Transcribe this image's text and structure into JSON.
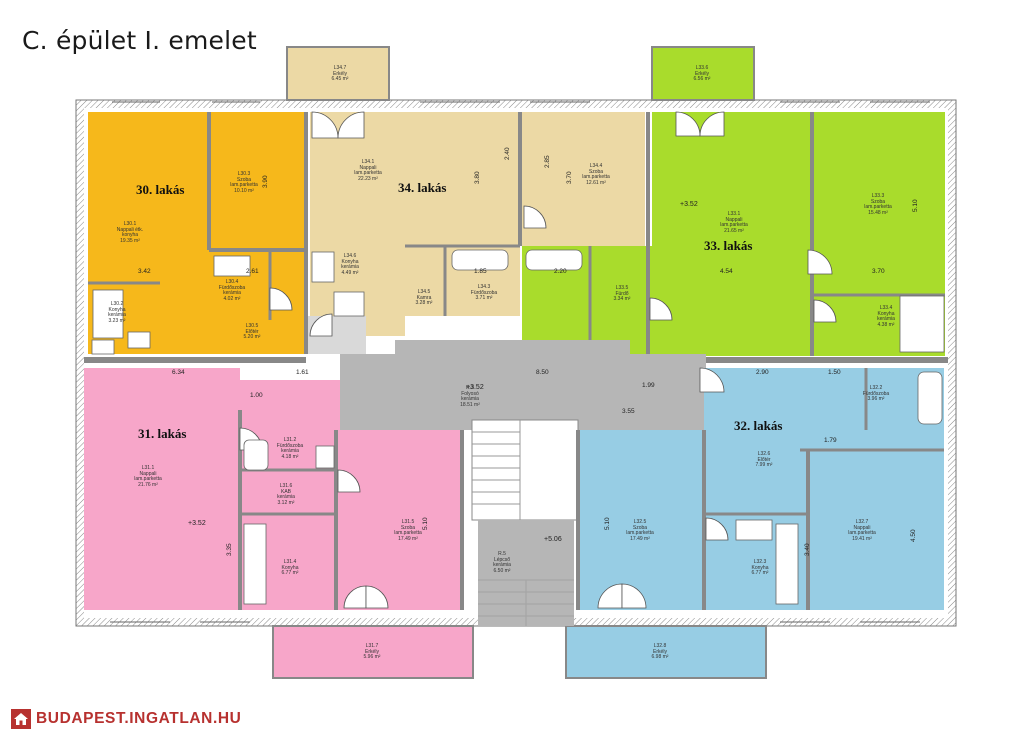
{
  "title": "C. épület I. emelet",
  "colors": {
    "apt30": "#f6b81b",
    "apt31": "#f7a6c9",
    "apt32": "#97cde4",
    "apt33": "#a9dc2c",
    "apt34": "#ecd9a5",
    "common": "#b6b6b6",
    "wall": "#9b9b9b"
  },
  "apartments": {
    "a30": "30. lakás",
    "a31": "31. lakás",
    "a32": "32. lakás",
    "a33": "33. lakás",
    "a34": "34. lakás"
  },
  "elevations": {
    "e1": "+3.52",
    "e2": "+3.52",
    "e3": "+3.52",
    "e4": "+5.06"
  },
  "dimensions": {
    "d342": "3.42",
    "d261": "2.61",
    "d454": "4.54",
    "d370a": "3.70",
    "d634": "6.34",
    "d850": "8.50",
    "d355": "3.55",
    "d220": "2.20",
    "d185": "1.85",
    "d290": "2.90",
    "d150": "1.50",
    "d161": "1.61",
    "d179": "1.79",
    "d100": "1.00",
    "d199": "1.99",
    "v510a": "5.10",
    "v510b": "5.10",
    "v510c": "5.10",
    "v335": "3.35",
    "v340": "3.40",
    "v450": "4.50",
    "v380": "3.80",
    "v370": "3.70",
    "v390": "3.90",
    "v285": "2.85",
    "v240": "2.40"
  },
  "rooms": {
    "r1": "L30.1\nNappali étk.\nkonyha\n19.35 m²",
    "r2": "L30.3\nSzoba\nlam.parketta\n10.10 m²",
    "r3": "L30.4\nFürdőszoba\nkerámia\n4.02 m²",
    "r4": "L30.2\nKonyha\nkerámia\n3.23 m²",
    "r5": "L30.5\nElőtér\n5.20 m²",
    "r6": "L34.1\nNappali\nlam.parketta\n22.23 m²",
    "r7": "L34.4\nSzoba\nlam.parketta\n12.61 m²",
    "r8": "L34.7\nErkély\n6.45 m²",
    "r9": "L34.6\nKonyha\nkerámia\n4.49 m²",
    "r10": "L34.3\nFürdőszoba\n3.71 m²",
    "r11": "L34.5\nKamra\n3.28 m²",
    "r12": "L33.1\nNappali\nlam.parketta\n21.65 m²",
    "r13": "L33.3\nSzoba\nlam.parketta\n15.48 m²",
    "r14": "L33.6\nErkély\n6.56 m²",
    "r15": "L33.4\nKonyha\nkerámia\n4.38 m²",
    "r16": "L33.5\nFürdő\n3.34 m²",
    "r17": "L31.1\nNappali\nlam.parketta\n21.76 m²",
    "r18": "L31.2\nFürdőszoba\nkerámia\n4.18 m²",
    "r19": "L31.6\nKAB\nkerámia\n3.12 m²",
    "r20": "L31.5\nSzoba\nlam.parketta\n17.49 m²",
    "r21": "L31.4\nKonyha\n6.77 m²",
    "r22": "L31.7\nErkély\n5.96 m²",
    "r23": "L32.5\nSzoba\nlam.parketta\n17.49 m²",
    "r24": "L32.6\nElőtér\n7.99 m²",
    "r25": "L32.7\nNappali\nlam.parketta\n19.41 m²",
    "r26": "L32.3\nKonyha\n6.77 m²",
    "r27": "L32.8\nErkély\n6.98 m²",
    "r28": "L32.2\nFürdőszoba\n3.96 m²",
    "r29": "R.2\nFolyosó\nkerámia\n18.51 m²",
    "r30": "R.5\nLépcső\nkerámia\n6.50 m²"
  },
  "watermark": "BUDAPEST.INGATLAN.HU"
}
